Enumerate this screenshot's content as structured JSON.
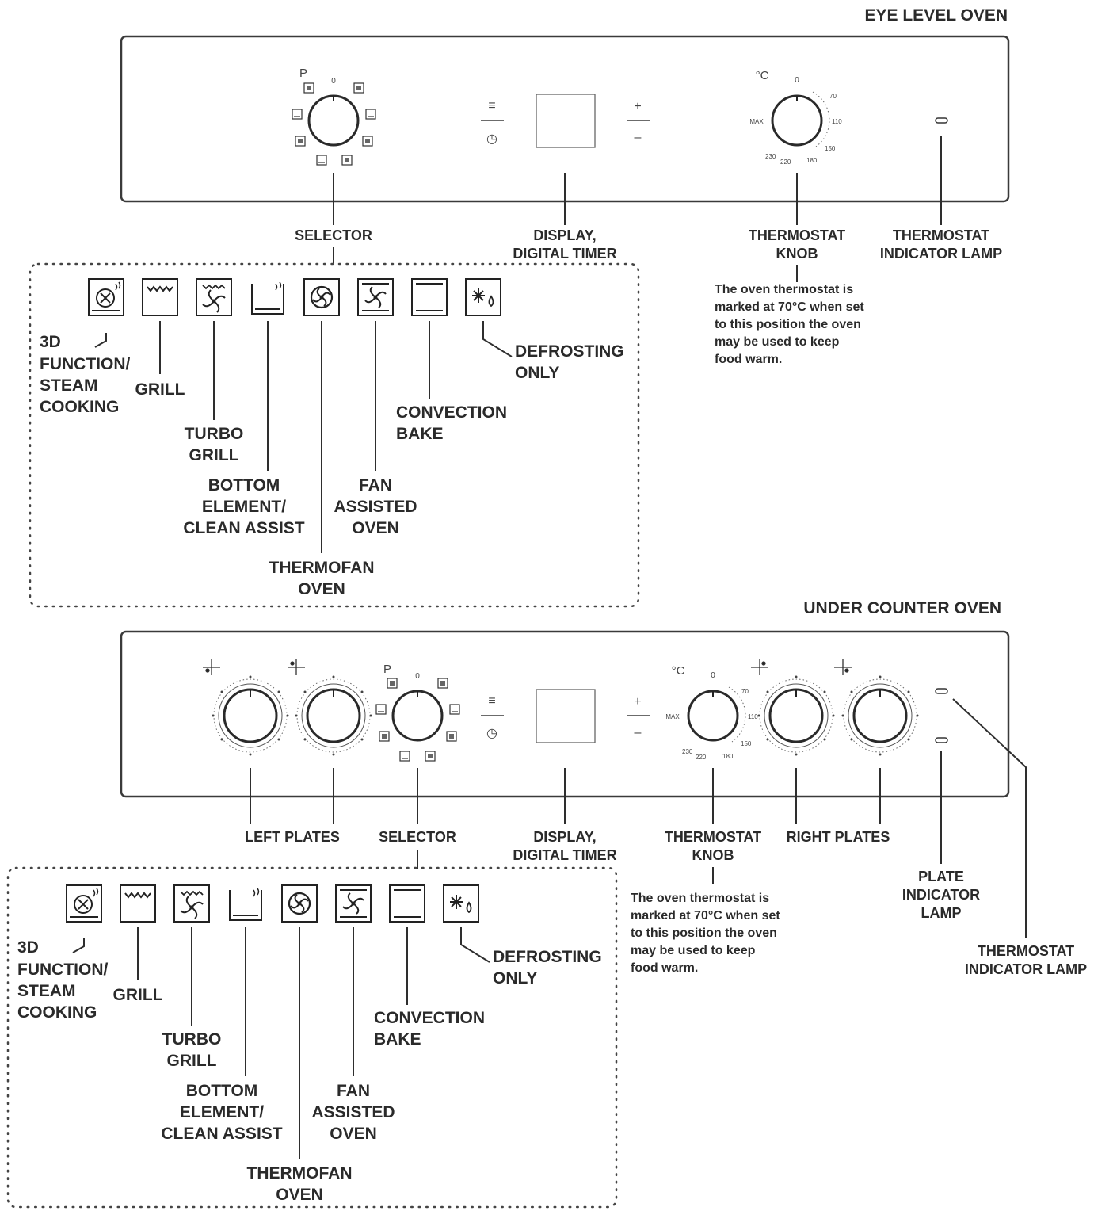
{
  "title_fragment": "",
  "eye": {
    "heading": "EYE LEVEL OVEN",
    "selector_p": "P",
    "selector_zero": "0",
    "display_plus": "+",
    "display_minus": "–",
    "thermo_unit": "°C",
    "thermo_zero": "0",
    "thermo_max": "MAX",
    "thermo_scale": [
      "70",
      "110",
      "150",
      "180",
      "220",
      "230"
    ],
    "labels": {
      "selector": "SELECTOR",
      "display": [
        "DISPLAY,",
        "DIGITAL TIMER"
      ],
      "thermostat_knob": [
        "THERMOSTAT",
        "KNOB"
      ],
      "thermostat_lamp": [
        "THERMOSTAT",
        "INDICATOR LAMP"
      ]
    },
    "note": [
      "The oven thermostat is",
      "marked at 70°C when set",
      "to this position the oven",
      "may be used to keep",
      "food warm."
    ],
    "functions": {
      "f3d": [
        "3D",
        "FUNCTION/",
        "STEAM",
        "COOKING"
      ],
      "grill": [
        "GRILL"
      ],
      "turbo": [
        "TURBO",
        "GRILL"
      ],
      "bottom": [
        "BOTTOM",
        "ELEMENT/",
        "CLEAN ASSIST"
      ],
      "thermofan": [
        "THERMOFAN",
        "OVEN"
      ],
      "fan": [
        "FAN",
        "ASSISTED",
        "OVEN"
      ],
      "convection": [
        "CONVECTION",
        "BAKE"
      ],
      "defrost": [
        "DEFROSTING",
        "ONLY"
      ]
    }
  },
  "under": {
    "heading": "UNDER COUNTER OVEN",
    "selector_p": "P",
    "selector_zero": "0",
    "display_plus": "+",
    "display_minus": "–",
    "thermo_unit": "°C",
    "thermo_zero": "0",
    "thermo_max": "MAX",
    "thermo_scale": [
      "70",
      "110",
      "150",
      "180",
      "220",
      "230"
    ],
    "labels": {
      "left_plates": "LEFT PLATES",
      "selector": "SELECTOR",
      "display": [
        "DISPLAY,",
        "DIGITAL TIMER"
      ],
      "thermostat_knob": [
        "THERMOSTAT",
        "KNOB"
      ],
      "right_plates": "RIGHT PLATES",
      "plate_lamp": [
        "PLATE",
        "INDICATOR",
        "LAMP"
      ],
      "thermostat_lamp": [
        "THERMOSTAT",
        "INDICATOR LAMP"
      ]
    },
    "note": [
      "The oven thermostat is",
      "marked at 70°C when set",
      "to this position the oven",
      "may be used to keep",
      "food warm."
    ],
    "functions": {
      "f3d": [
        "3D",
        "FUNCTION/",
        "STEAM",
        "COOKING"
      ],
      "grill": [
        "GRILL"
      ],
      "turbo": [
        "TURBO",
        "GRILL"
      ],
      "bottom": [
        "BOTTOM",
        "ELEMENT/",
        "CLEAN ASSIST"
      ],
      "thermofan": [
        "THERMOFAN",
        "OVEN"
      ],
      "fan": [
        "FAN",
        "ASSISTED",
        "OVEN"
      ],
      "convection": [
        "CONVECTION",
        "BAKE"
      ],
      "defrost": [
        "DEFROSTING",
        "ONLY"
      ]
    }
  },
  "icons": {
    "snowflake": "❄",
    "fan": "❀",
    "clock": "◷",
    "menu": "≡"
  }
}
